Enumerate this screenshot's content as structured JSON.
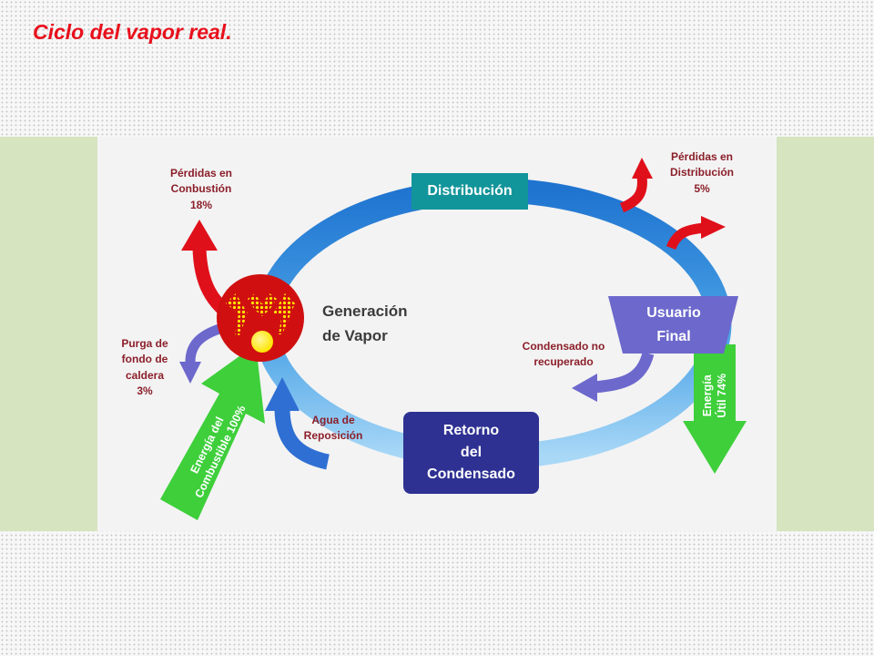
{
  "title": "Ciclo del vapor real.",
  "nodes": {
    "distribution": "Distribución",
    "end_user": "Usuario\nFinal",
    "return": "Retorno\ndel\nCondensado",
    "generation": "Generación\nde Vapor"
  },
  "labels": {
    "combustion_losses": "Pérdidas en\nConbustión\n18%",
    "distribution_losses": "Pérdidas en\nDistribución\n5%",
    "blowdown": "Purga de\nfondo de\ncaldera\n3%",
    "makeup_water": "Agua de\nReposición",
    "condensate_lost": "Condensado no\nrecuperado",
    "fuel_energy": "Energía del\nCombustible 100%",
    "useful_energy": "Energía\nÚtil 74%"
  },
  "colors": {
    "title": "#e8101c",
    "loss_arrows": "#e0101a",
    "distribution_box": "#12959a",
    "end_user_box": "#6c68cc",
    "return_box": "#2e3192",
    "cycle_ring": "#2f86d6",
    "energy_arrows": "#3ecf3b",
    "boiler": "#d01010"
  }
}
